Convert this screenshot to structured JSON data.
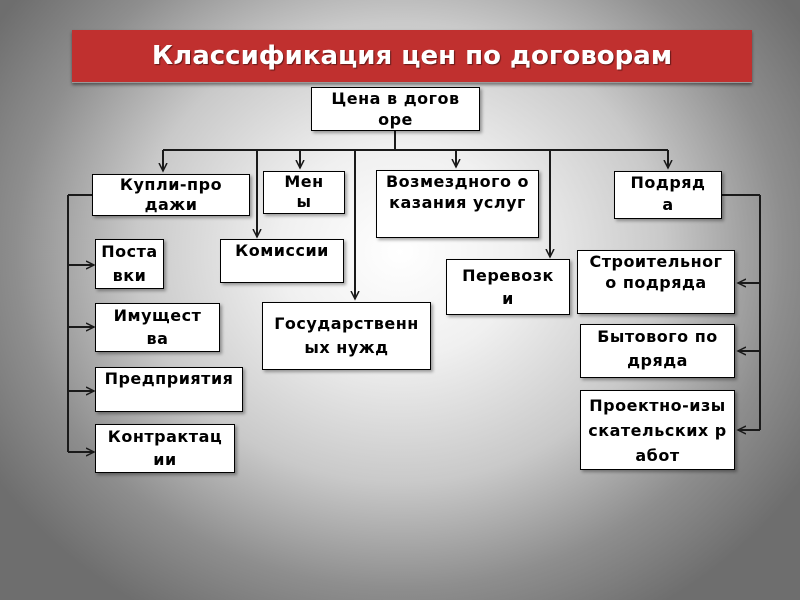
{
  "title": "Классификация цен по договорам",
  "root": "Цена в договоре",
  "categories": {
    "kupli_prodazhi": "Купли-продажи",
    "meny": "Мены",
    "vozmezdnogo": "Возмездного оказания услуг",
    "podryada": "Подряда",
    "komissii": "Комиссии",
    "gosudarstvennykh": "Государственных нужд",
    "perevozki": "Перевозки"
  },
  "kupli_children": {
    "postavki": "Поставки",
    "imushchestva": "Имущества",
    "predpriyatiya": "Предприятия",
    "kontraktatsii": "Контрактации"
  },
  "podryada_children": {
    "stroitelnogo": "Строительного подряда",
    "bytovogo": "Бытового подряда",
    "proektno": "Проектно-изыскательских работ"
  },
  "colors": {
    "title_bar": "#c0302f",
    "box_fill": "#ffffff",
    "line": "#1a1a1a"
  }
}
